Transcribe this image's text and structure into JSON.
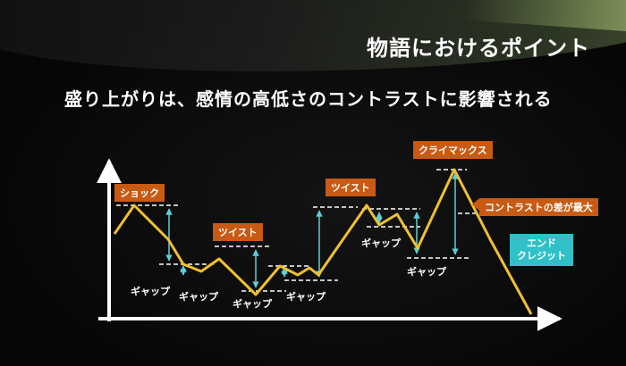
{
  "title": "物語におけるポイント",
  "subtitle": "盛り上がりは、感情の高低さのコントラストに影響される",
  "labels": {
    "shock": "ショック",
    "twist1": "ツイスト",
    "twist2": "ツイスト",
    "climax": "クライマックス",
    "contrast": "コントラストの差が最大",
    "end_credit_line1": "エンド",
    "end_credit_line2": "クレジット"
  },
  "gaps": [
    "ギャップ",
    "ギャップ",
    "ギャップ",
    "ギャップ",
    "ギャップ",
    "ギャップ"
  ],
  "colors": {
    "curve": "#f0c030",
    "label_orange": "#c85a14",
    "end_teal": "#2fc1c7",
    "arrow": "#5ad0d8",
    "axis": "#ffffff",
    "dash": "#ffffff"
  }
}
